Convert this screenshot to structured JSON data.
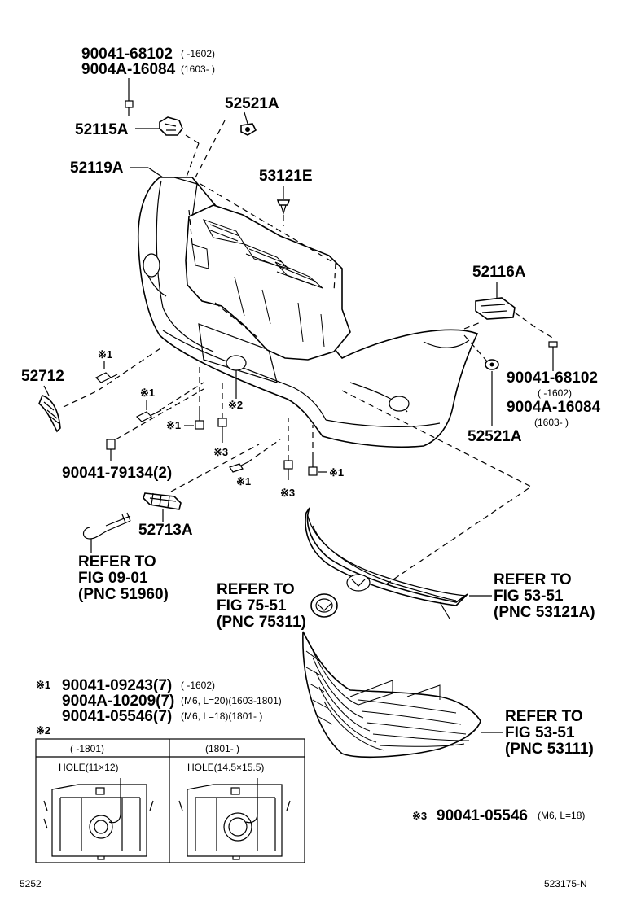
{
  "header_parts": {
    "line1_part": "90041-68102",
    "line1_range": "(     -1602)",
    "line2_part": "9004A-16084",
    "line2_range": "(1603-     )"
  },
  "callouts": {
    "p52521A_top": "52521A",
    "p52115A": "52115A",
    "p52119A": "52119A",
    "p53121E": "53121E",
    "p52116A": "52116A",
    "p52712": "52712",
    "p90041_68102_right": "90041-68102",
    "p90041_68102_right_range": "(     -1602)",
    "p9004A_16084_right": "9004A-16084",
    "p9004A_16084_right_range": "(1603-     )",
    "p52521A_right": "52521A",
    "p90041_79134": "90041-79134(2)",
    "p52713A": "52713A",
    "mark1_a": "※1",
    "mark1_b": "※1",
    "mark1_c": "※1",
    "mark1_d": "※1",
    "mark1_e": "※1",
    "mark2": "※2",
    "mark3_a": "※3",
    "mark3_b": "※3"
  },
  "references": {
    "ref_tow": [
      "REFER TO",
      "FIG 09-01",
      "(PNC 51960)"
    ],
    "ref_emblem": [
      "REFER TO",
      "FIG 75-51",
      "(PNC 75311)"
    ],
    "ref_grille_upper": [
      "REFER TO",
      "FIG 53-51",
      "(PNC 53121A)"
    ],
    "ref_grille_lower": [
      "REFER TO",
      "FIG 53-51",
      "(PNC 53111)"
    ]
  },
  "notes": {
    "note1_mark": "※1",
    "note1_lines": [
      {
        "part": "90041-09243(7)",
        "spec": "(     -1602)"
      },
      {
        "part": "9004A-10209(7)",
        "spec": "(M6, L=20)(1603-1801)"
      },
      {
        "part": "90041-05546(7)",
        "spec": "(M6, L=18)(1801-     )"
      }
    ],
    "note2_mark": "※2",
    "note2_col1_header": "(     -1801)",
    "note2_col2_header": "(1801-     )",
    "note2_col1_hole": "HOLE(11×12)",
    "note2_col2_hole": "HOLE(14.5×15.5)",
    "note3_mark": "※3",
    "note3_part": "90041-05546",
    "note3_spec": "(M6, L=18)"
  },
  "footer": {
    "left_code": "5252",
    "right_code": "523175-N"
  }
}
